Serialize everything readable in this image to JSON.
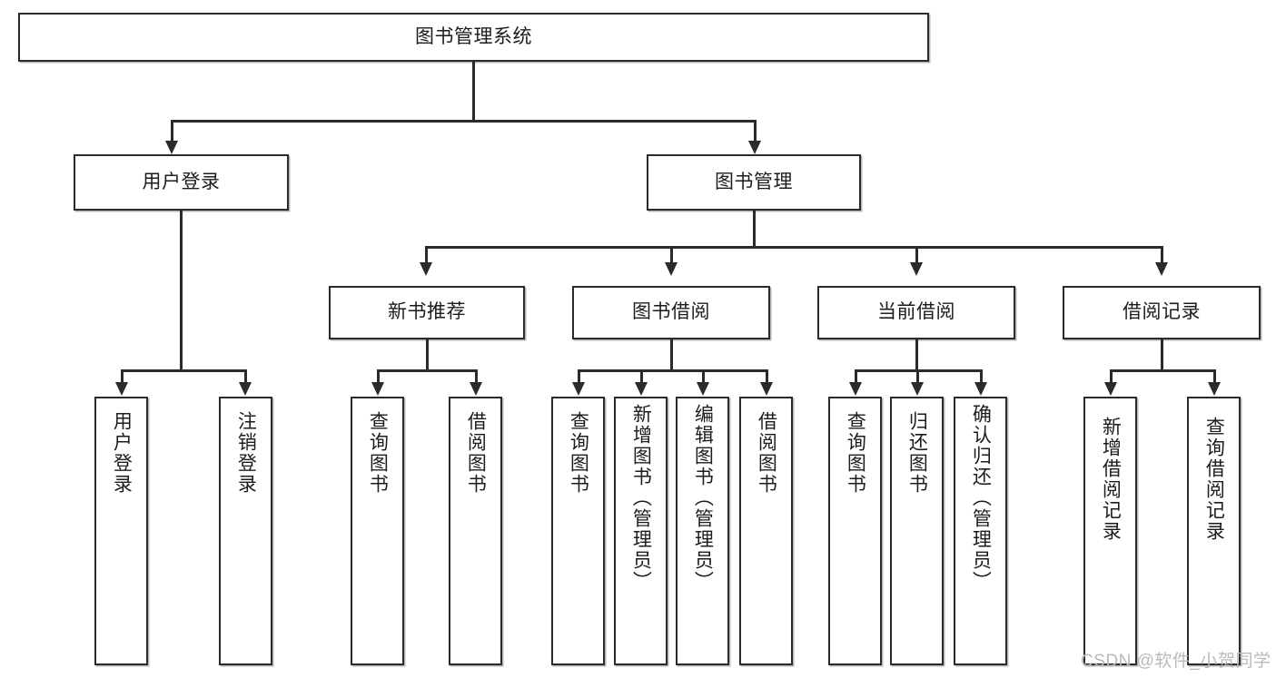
{
  "diagram": {
    "title": "图书管理系统",
    "type": "tree-hierarchy-diagram",
    "root": {
      "label": "图书管理系统"
    },
    "level2": [
      {
        "label": "用户登录"
      },
      {
        "label": "图书管理"
      }
    ],
    "level3": [
      {
        "label": "新书推荐"
      },
      {
        "label": "图书借阅"
      },
      {
        "label": "当前借阅"
      },
      {
        "label": "借阅记录"
      }
    ],
    "leaves": {
      "user_login": [
        {
          "label": "用户登录"
        },
        {
          "label": "注销登录"
        }
      ],
      "new_book_recommend": [
        {
          "label": "查询图书"
        },
        {
          "label": "借阅图书"
        }
      ],
      "book_borrow": [
        {
          "label": "查询图书"
        },
        {
          "label": "新增图书（管理员）"
        },
        {
          "label": "编辑图书（管理员）"
        },
        {
          "label": "借阅图书"
        }
      ],
      "current_borrow": [
        {
          "label": "查询图书"
        },
        {
          "label": "归还图书"
        },
        {
          "label": "确认归还（管理员）"
        }
      ],
      "borrow_record": [
        {
          "label": "新增借阅记录"
        },
        {
          "label": "查询借阅记录"
        }
      ]
    }
  },
  "watermark": {
    "text": "CSDN @软件_小贺同学"
  },
  "colors": {
    "stroke": "#2b2b2b",
    "background": "#ffffff",
    "text": "#1c1c1c",
    "watermark": "#b9b9b9"
  }
}
